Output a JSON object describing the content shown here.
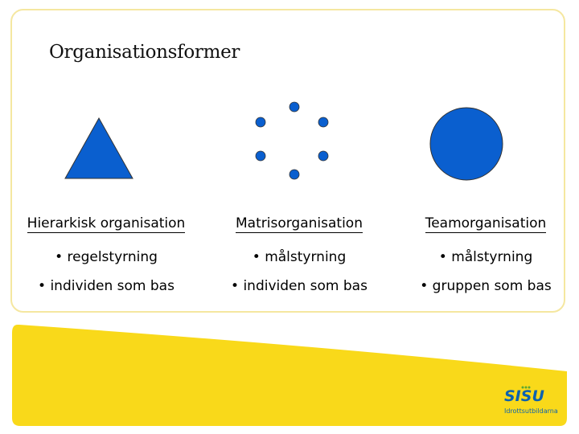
{
  "title": "Organisationsformer",
  "colors": {
    "shape_fill": "#0a5fcf",
    "footer_yellow": "#f9d91a",
    "frame_border": "#f5e7a0",
    "logo_blue": "#0b62b0"
  },
  "columns": [
    {
      "shape": "triangle",
      "heading": "Hierarkisk organisation",
      "bullets": [
        "• regelstyrning",
        "• individen som bas"
      ]
    },
    {
      "shape": "dot-ring",
      "heading": "Matrisorganisation",
      "bullets": [
        "• målstyrning",
        "• individen som bas"
      ]
    },
    {
      "shape": "circle",
      "heading": "Teamorganisation",
      "bullets": [
        "• målstyrning",
        "• gruppen som bas"
      ]
    }
  ],
  "logo": {
    "name": "SISU",
    "tagline": "Idrottsutbildarna"
  }
}
